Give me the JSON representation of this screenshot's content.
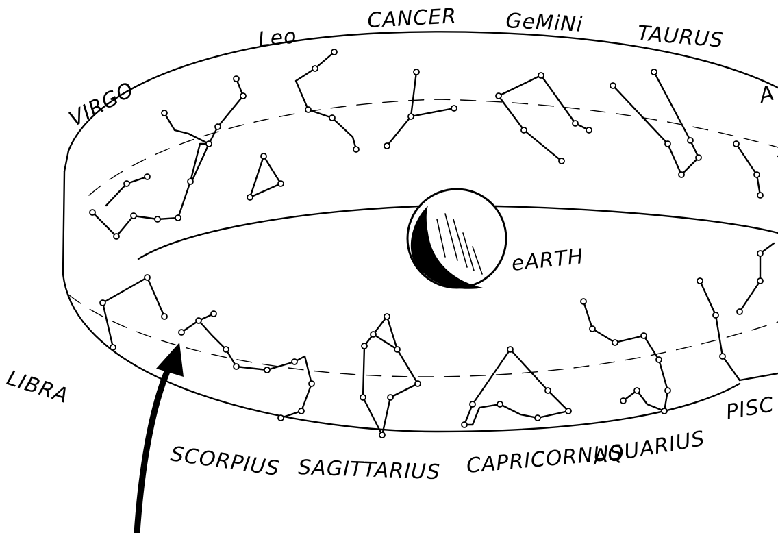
{
  "labels": {
    "leo": "Leo",
    "cancer": "CANCER",
    "gemini": "GeMiNi",
    "taurus": "TAURUS",
    "virgo": "VIRGO",
    "earth": "eARTH",
    "libra": "LIBRA",
    "scorpius": "SCORPIUS",
    "sagittarius": "SAGITTARIUS",
    "capricornus": "CAPRICORNUS",
    "aquarius": "AQUARIUS",
    "pisces": "PISC",
    "aries": "A"
  },
  "colors": {
    "ink": "#000000",
    "paper": "#ffffff"
  }
}
